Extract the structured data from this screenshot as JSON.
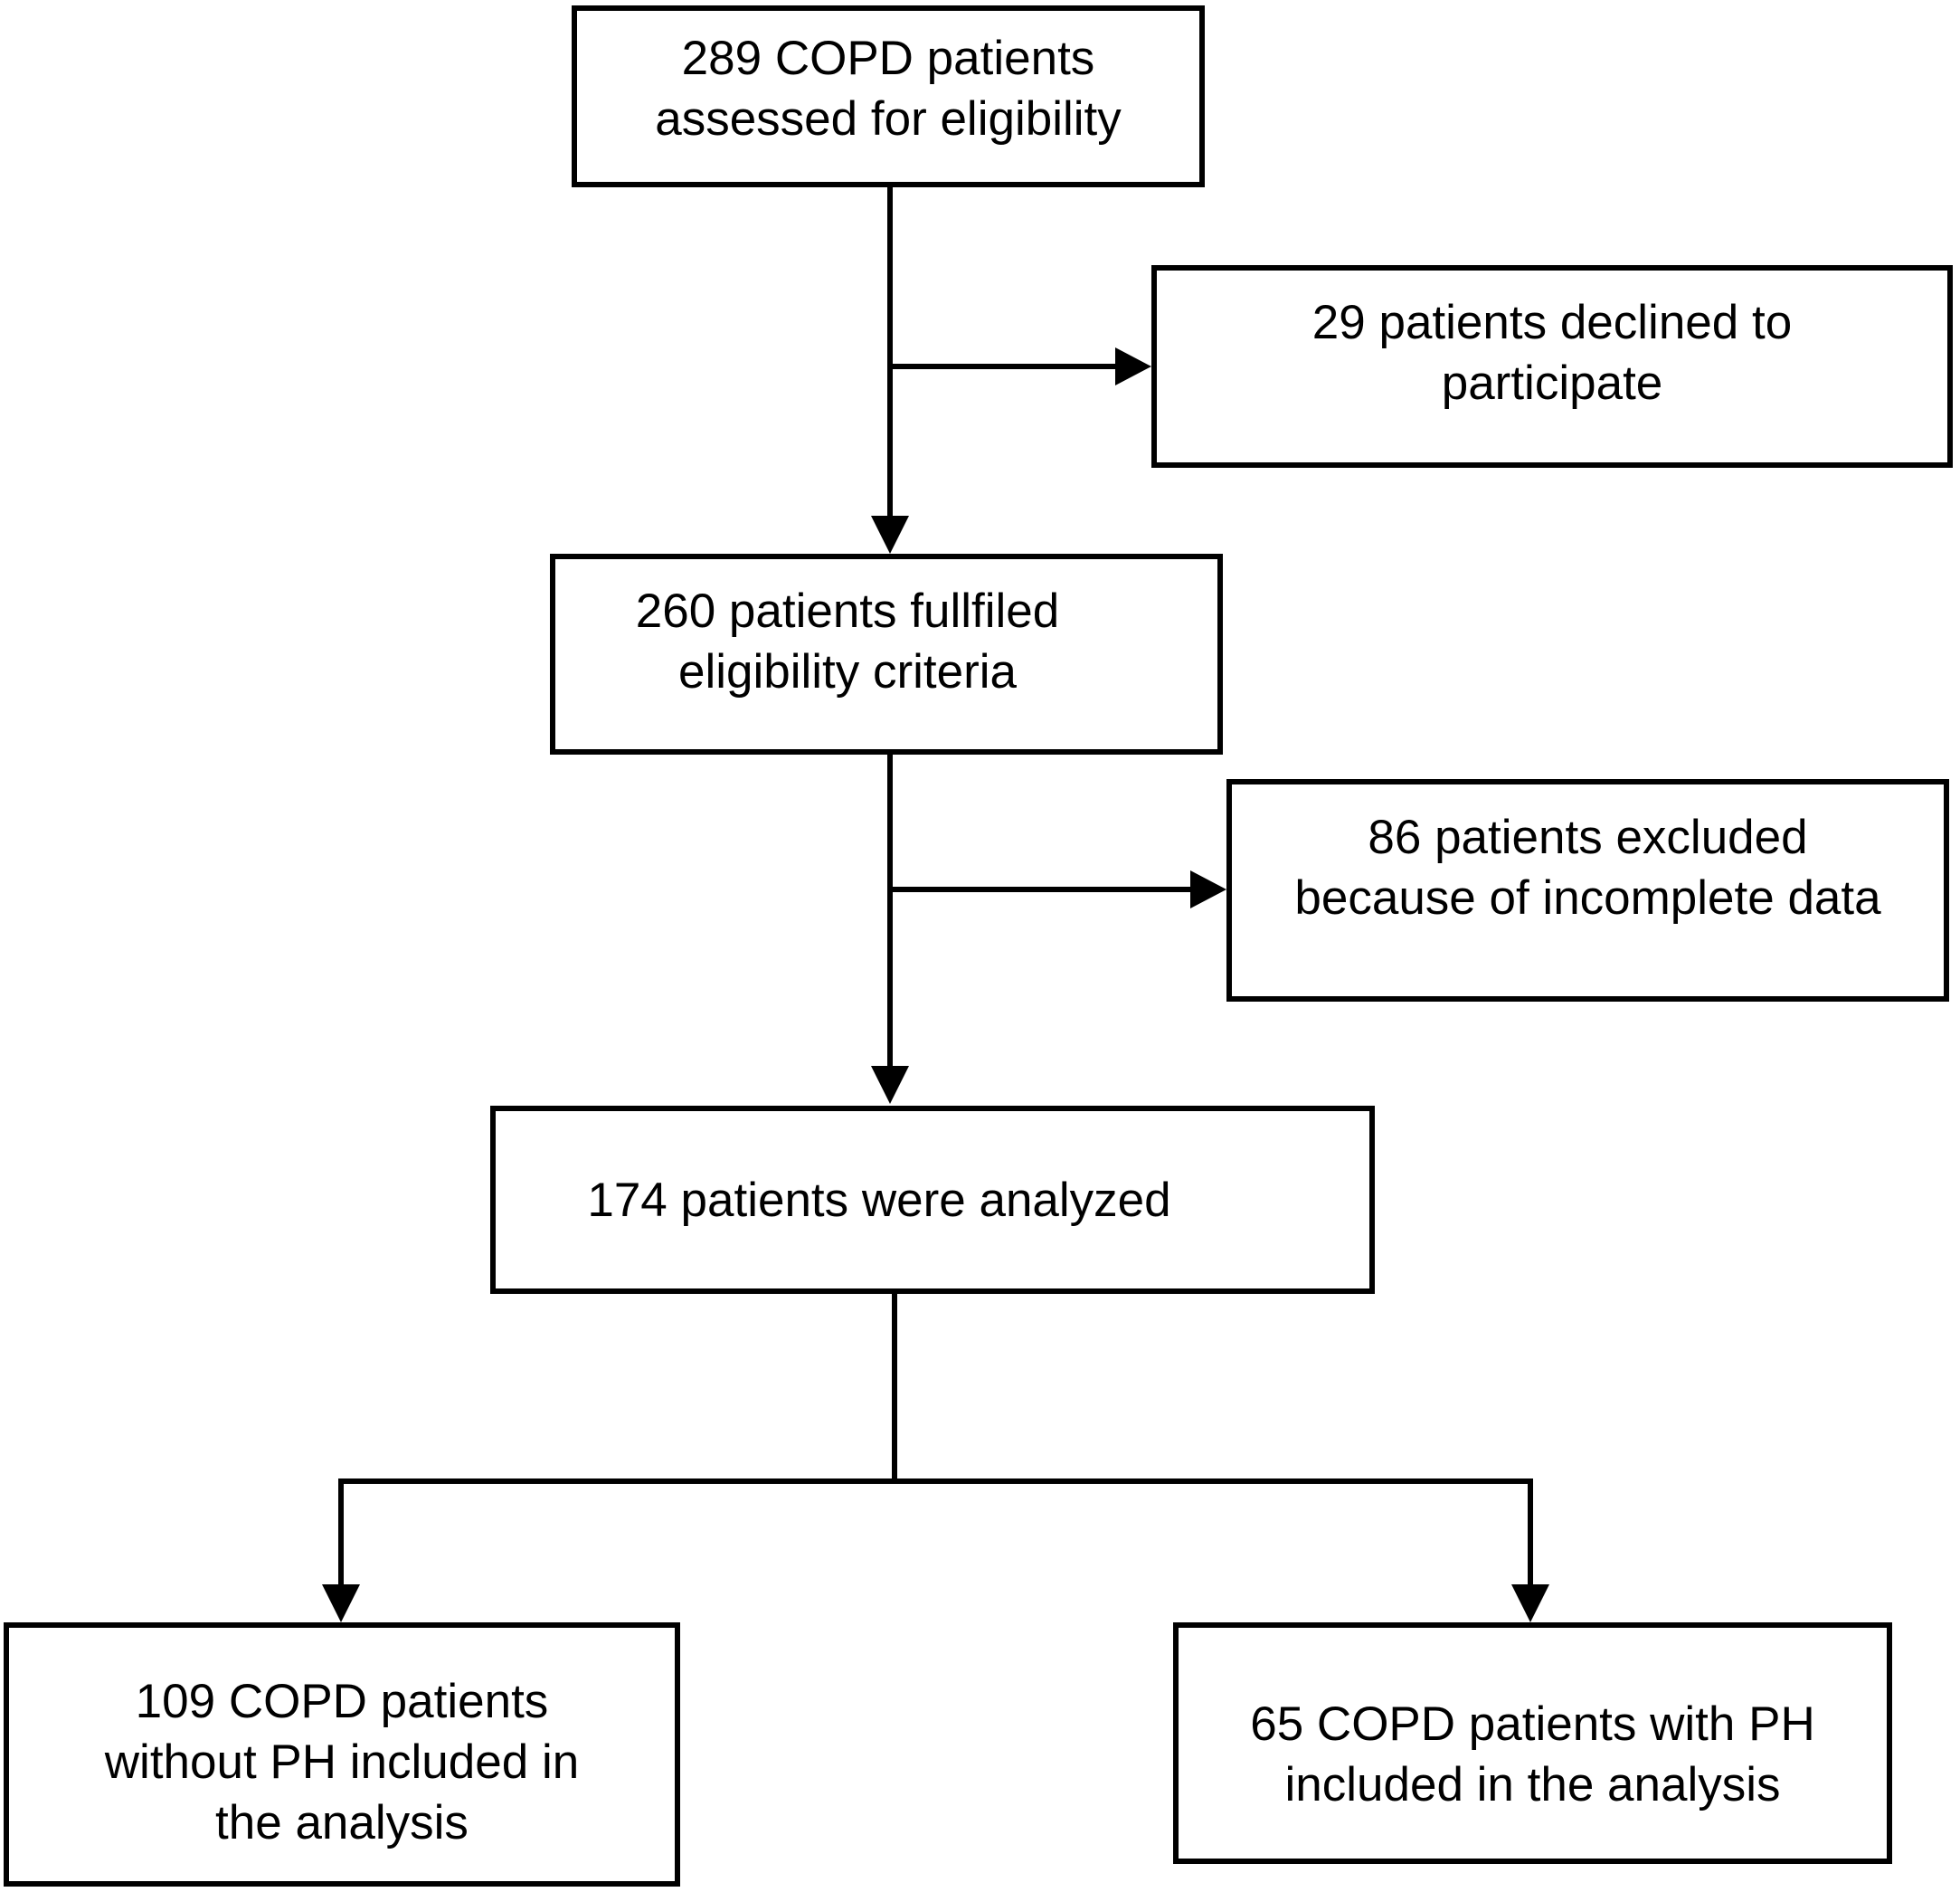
{
  "diagram": {
    "type": "patient-flowchart",
    "colors": {
      "background": "#ffffff",
      "line": "#000000",
      "box_border": "#000000",
      "text": "#000000"
    },
    "nodes": {
      "assessed": {
        "count": 289,
        "lines": [
          "289 COPD patients",
          "assessed for eligibility"
        ]
      },
      "declined": {
        "count": 29,
        "lines": [
          "29 patients declined to",
          "participate"
        ]
      },
      "eligible": {
        "count": 260,
        "lines": [
          "260 patients fullfiled",
          "eligibility criteria"
        ]
      },
      "excluded": {
        "count": 86,
        "lines": [
          "86 patients excluded",
          "because of incomplete data"
        ]
      },
      "analyzed": {
        "count": 174,
        "lines": [
          "174 patients were analyzed"
        ]
      },
      "without_ph": {
        "count": 109,
        "lines": [
          "109 COPD patients",
          "without PH included in",
          "the analysis"
        ]
      },
      "with_ph": {
        "count": 65,
        "lines": [
          "65 COPD patients with PH",
          "included in the analysis"
        ]
      }
    },
    "edges": [
      {
        "from": "assessed",
        "to": "declined"
      },
      {
        "from": "assessed",
        "to": "eligible"
      },
      {
        "from": "eligible",
        "to": "excluded"
      },
      {
        "from": "eligible",
        "to": "analyzed"
      },
      {
        "from": "analyzed",
        "to": "without_ph"
      },
      {
        "from": "analyzed",
        "to": "with_ph"
      }
    ]
  }
}
